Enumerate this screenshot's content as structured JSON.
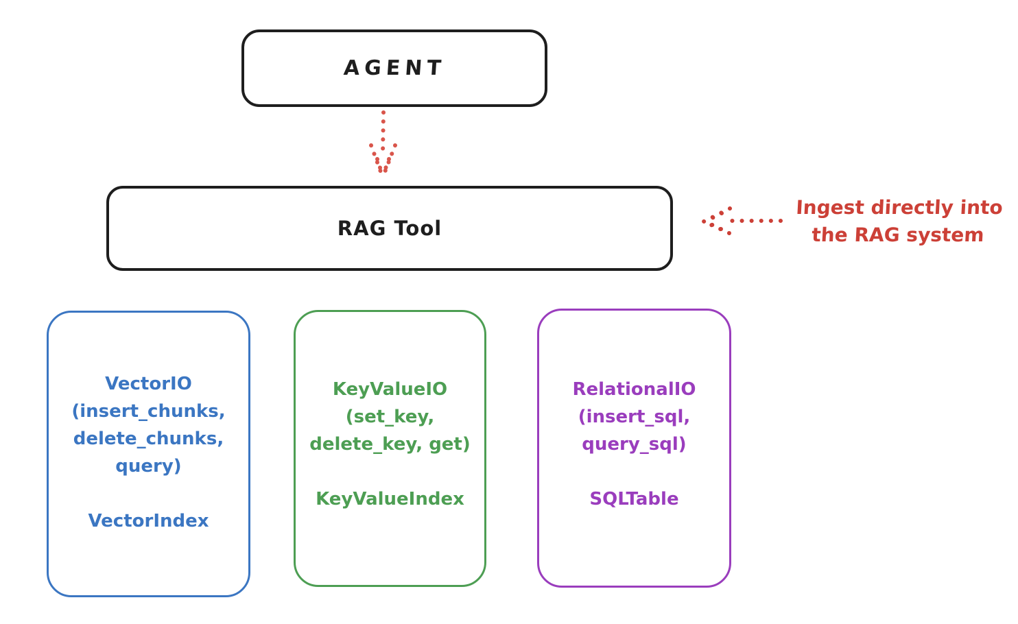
{
  "colors": {
    "stroke_black": "#1e1e1e",
    "red_accent": "#cc4037",
    "blue_backend": "#3b76c2",
    "green_backend": "#4d9e53",
    "purple_backend": "#9a3dbd",
    "background": "#ffffff"
  },
  "agent_box": {
    "label": "AGENT"
  },
  "rag_tool_box": {
    "label": "RAG Tool"
  },
  "icons": {
    "down_arrow": "dotted-down-arrow",
    "left_arrow": "dotted-left-arrow"
  },
  "annotation": {
    "line1": "Ingest directly into",
    "line2": "the RAG system"
  },
  "backends": [
    {
      "id": "vector",
      "color": "#3b76c2",
      "lines": [
        "VectorIO",
        "(insert_chunks,",
        "delete_chunks,",
        "query)"
      ],
      "index_label": "VectorIndex"
    },
    {
      "id": "keyvalue",
      "color": "#4d9e53",
      "lines": [
        "KeyValueIO",
        "(set_key,",
        "delete_key, get)"
      ],
      "index_label": "KeyValueIndex"
    },
    {
      "id": "relational",
      "color": "#9a3dbd",
      "lines": [
        "RelationalIO",
        "(insert_sql,",
        "query_sql)"
      ],
      "index_label": "SQLTable"
    }
  ]
}
